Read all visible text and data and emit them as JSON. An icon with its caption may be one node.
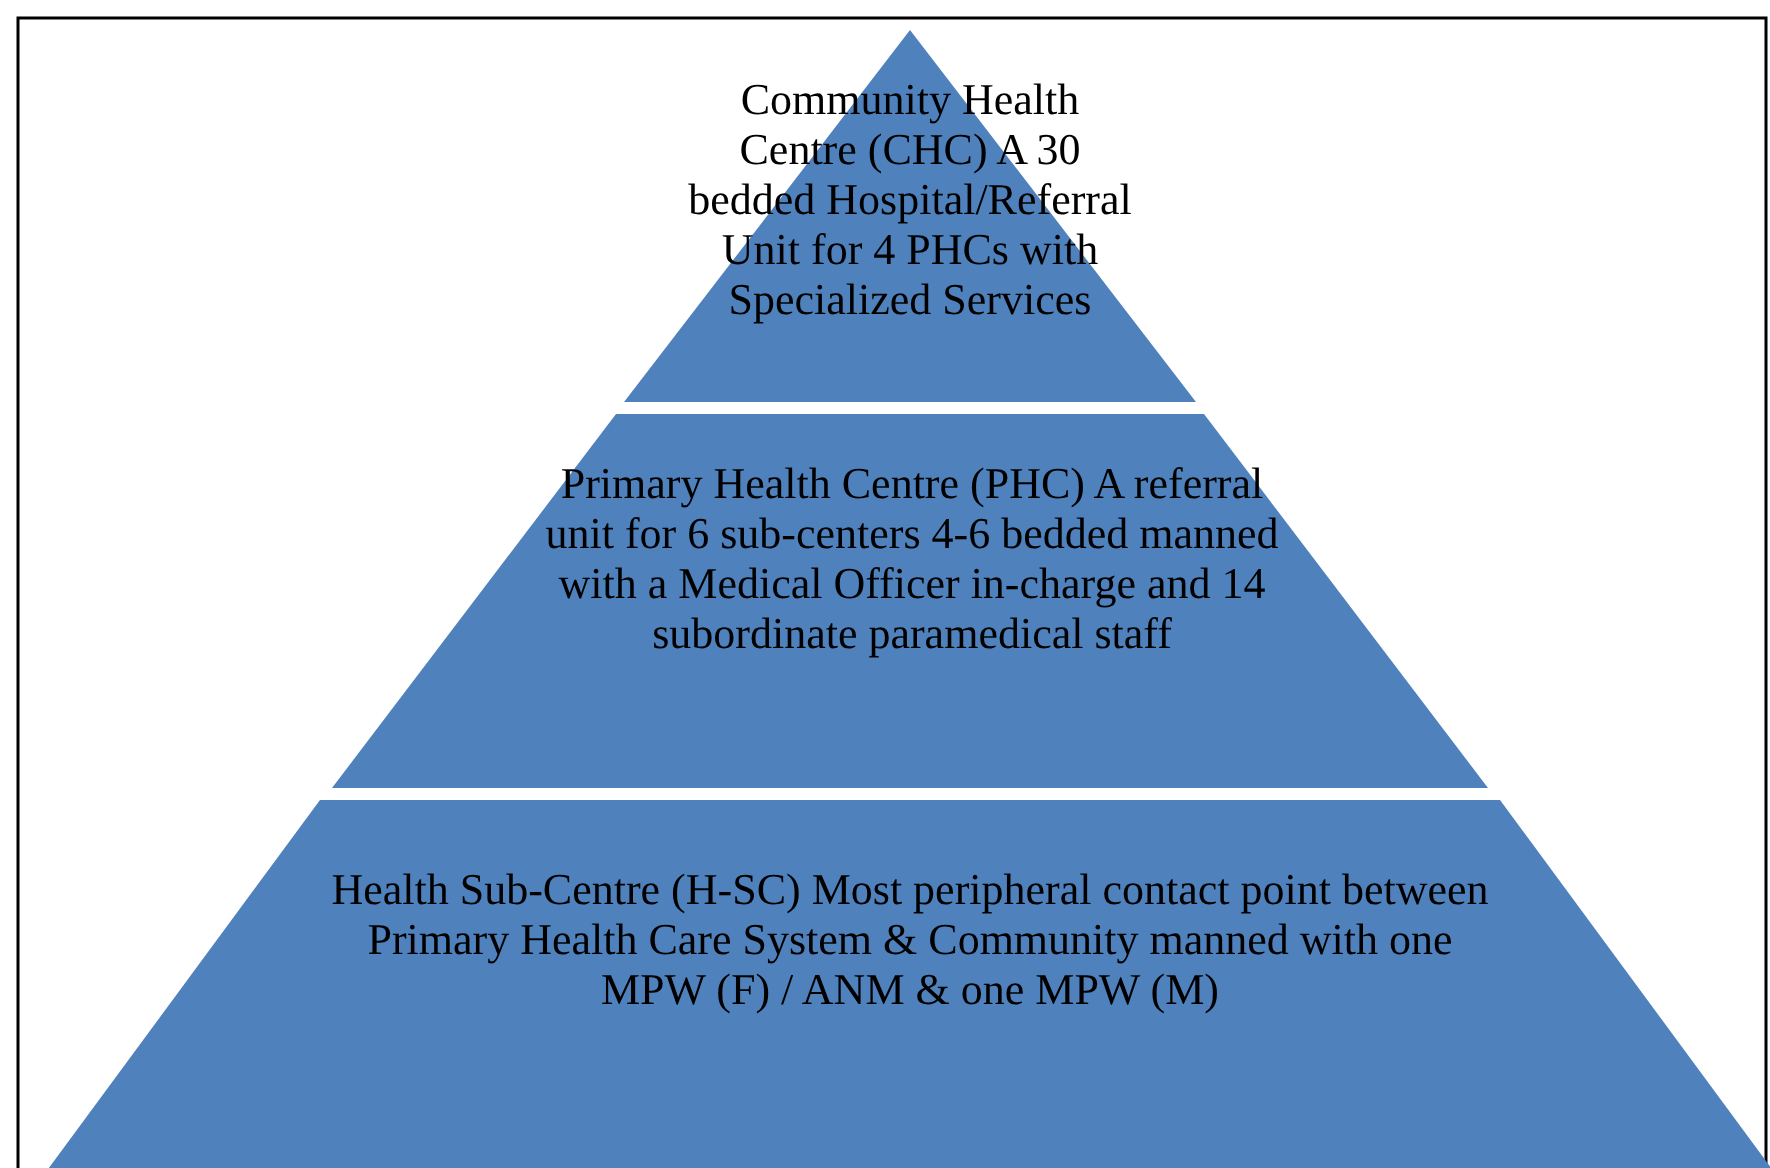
{
  "diagram": {
    "nodes": [
      {
        "text": [
          "Community Health Centre (CHC) A 30 bedded Hospital/Referral Unit for 4 PHCs with Specialized Services"
        ]
      },
      {
        "text": [
          "Primary Health Centre (PHC) A referral unit for 6 sub-centers 4-6 bedded manned with a Medical Officer in-charge and 14 subordinate paramedical staff"
        ]
      },
      {
        "text": [
          "Health Sub-Centre (H-SC) Most peripheral contact point between Primary Health Care System & Community manned with one MPW (F) / ANM & one MPW (M)"
        ]
      }
    ],
    "edges": []
  }
}
